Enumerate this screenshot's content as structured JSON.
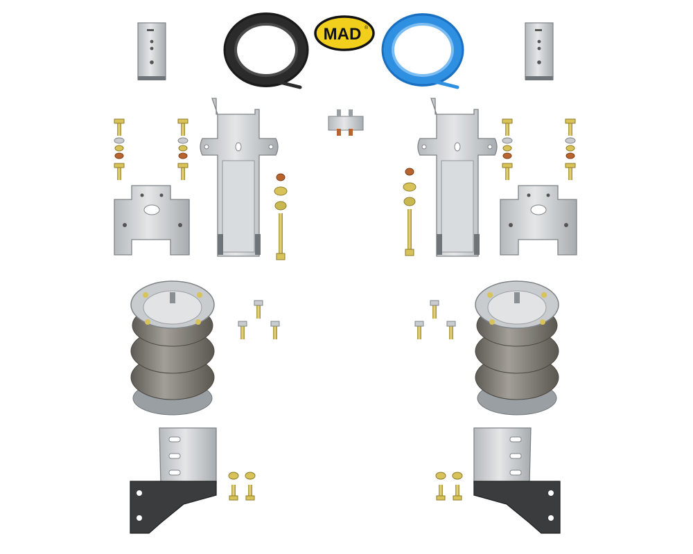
{
  "brand": {
    "logo_text": "MAD",
    "trademark": "®"
  },
  "colors": {
    "background": "#ffffff",
    "metal": "#c9ccce",
    "metal_dark": "#9a9fa3",
    "metal_outline": "#7e8387",
    "bracket_black": "#3a3c3e",
    "air_bag": "#8a8680",
    "air_bag_dark": "#5e5a55",
    "black_tube": "#2b2b2b",
    "blue_tube": "#2f8fe0",
    "logo_yellow": "#f2cf1c",
    "bolt_gold": "#d8c25a",
    "nut_copper": "#b8642f"
  },
  "parts": [
    "top-plate-left",
    "black-air-line",
    "mad-logo",
    "blue-air-line",
    "top-plate-right",
    "connector-block",
    "upper-bracket-left",
    "upper-bracket-right",
    "mount-plate-left",
    "mount-plate-right",
    "long-bolt-left",
    "long-bolt-right",
    "air-spring-left",
    "air-spring-right",
    "lower-bracket-left",
    "lower-bracket-right",
    "bolt-sets"
  ]
}
